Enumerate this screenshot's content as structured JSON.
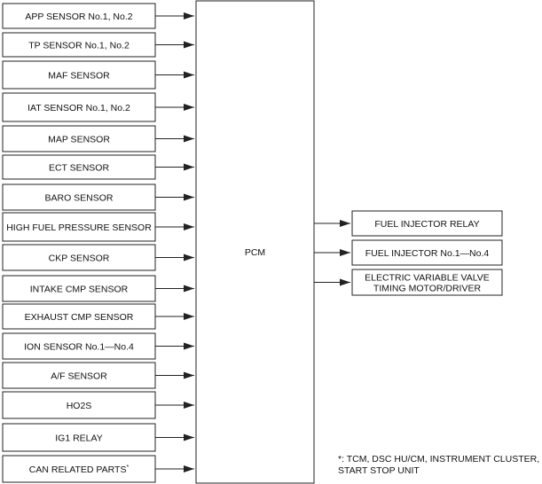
{
  "center": {
    "label": "PCM"
  },
  "inputs": [
    {
      "label": "APP SENSOR No.1, No.2"
    },
    {
      "label": "TP SENSOR No.1, No.2"
    },
    {
      "label": "MAF SENSOR"
    },
    {
      "label": "IAT SENSOR No.1, No.2"
    },
    {
      "label": "MAP SENSOR"
    },
    {
      "label": "ECT SENSOR"
    },
    {
      "label": "BARO SENSOR"
    },
    {
      "label": "HIGH FUEL PRESSURE SENSOR"
    },
    {
      "label": "CKP SENSOR"
    },
    {
      "label": "INTAKE CMP SENSOR"
    },
    {
      "label": "EXHAUST CMP SENSOR"
    },
    {
      "label": "ION SENSOR No.1—No.4"
    },
    {
      "label": "A/F SENSOR"
    },
    {
      "label": "HO2S"
    },
    {
      "label": "IG1 RELAY"
    },
    {
      "label": "CAN RELATED PARTS",
      "superscript": "*"
    }
  ],
  "outputs": [
    {
      "lines": [
        "FUEL INJECTOR RELAY"
      ]
    },
    {
      "lines": [
        "FUEL INJECTOR No.1—No.4"
      ]
    },
    {
      "lines": [
        "ELECTRIC VARIABLE VALVE",
        "TIMING MOTOR/DRIVER"
      ]
    }
  ],
  "footnote": {
    "lines": [
      "*: TCM, DSC HU/CM, INSTRUMENT CLUSTER,",
      "START STOP UNIT"
    ]
  },
  "colors": {
    "stroke": "#222222",
    "text": "#111111",
    "background": "#ffffff"
  }
}
